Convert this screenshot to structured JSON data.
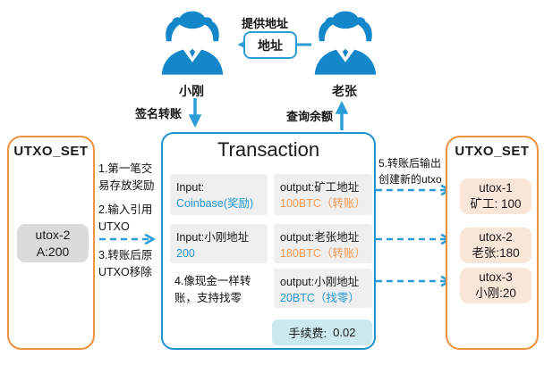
{
  "top": {
    "sender_name": "小刚",
    "receiver_name": "老张",
    "provide_address_label": "提供地址",
    "address_box_label": "地址",
    "sign_transfer_label": "签名转账",
    "query_balance_label": "查询余额"
  },
  "left_utxo_set": {
    "title": "UTXO_SET",
    "items": [
      {
        "id": "utox-2",
        "value": "A:200"
      }
    ]
  },
  "transaction": {
    "title": "Transaction",
    "inputs": [
      {
        "line1": "Input:",
        "line2": "Coinbase(奖励)"
      },
      {
        "line1": "Input:小刚地址",
        "line2": "200"
      }
    ],
    "outputs": [
      {
        "line1": "output:矿工地址",
        "line2": "100BTC（转账）"
      },
      {
        "line1": "output:老张地址",
        "line2": "180BTC（转账）"
      },
      {
        "line1": "output:小刚地址",
        "line2": "20BTC（找零）"
      }
    ],
    "fee": {
      "label": "手续费:",
      "value": "0.02"
    }
  },
  "right_utxo_set": {
    "title": "UTXO_SET",
    "items": [
      {
        "id": "utox-1",
        "value": "矿工: 100"
      },
      {
        "id": "utox-2",
        "value": "老张:180"
      },
      {
        "id": "utox-3",
        "value": "小刚:20"
      }
    ]
  },
  "annotations": {
    "step1": "1.第一笔交易存放奖励",
    "step2": "2.输入引用UTXO",
    "step3": "3.转账后原UTXO移除",
    "step4": "4.像现金一样转账，支持找零",
    "step5": "5.转账后输出创建新的utxo"
  },
  "colors": {
    "avatar_blue": "#1387C9",
    "arrow_blue": "#2B9DD8",
    "tx_border_blue": "#1E93CE",
    "utxo_border_orange": "#F0923E",
    "value_blue": "#2196D3",
    "value_orange": "#F7984F",
    "peach_fill": "#FAE5D9",
    "gray_fill": "#EFEFEF",
    "fee_fill": "#CBE9EF"
  }
}
